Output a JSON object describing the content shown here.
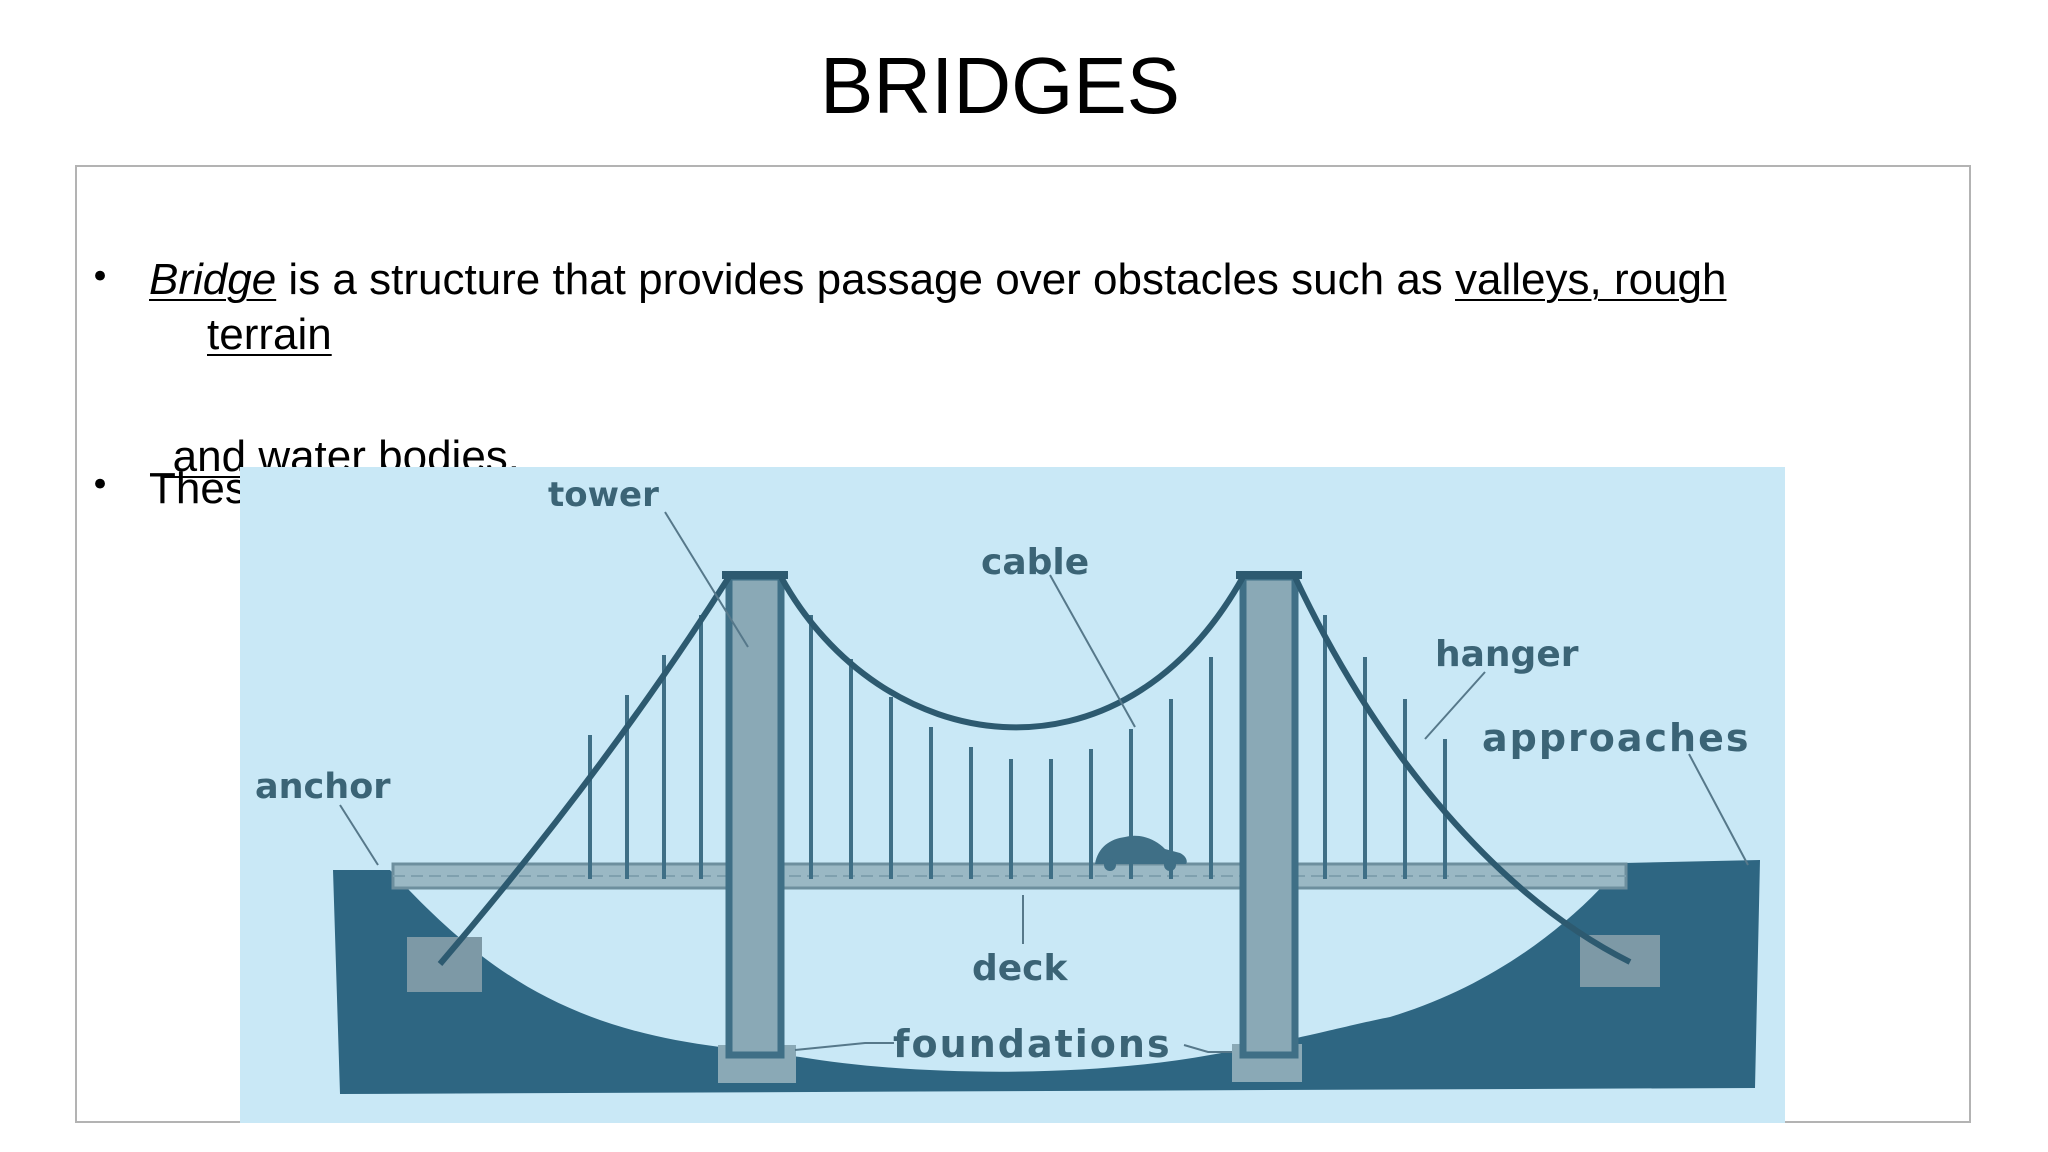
{
  "slide": {
    "title": "BRIDGES"
  },
  "bullets": [
    {
      "lines": [
        {
          "italic_underlined": "Bridge",
          "text": " is a structure that provides passage over obstacles such as ",
          "underlined": "valleys, rough"
        },
        {
          "underlined": "terrain "
        },
        {
          "underlined": " and water bodies."
        }
      ]
    },
    {
      "visible_text": "Thes"
    }
  ],
  "diagram": {
    "labels": {
      "tower": "tower",
      "cable": "cable",
      "hanger": "hanger",
      "approaches": "approaches",
      "anchor": "anchor",
      "deck": "deck",
      "foundations": "foundations"
    },
    "colors": {
      "sky": "#c9e8f6",
      "ground": "#2e6682",
      "structure": "#3f6f86",
      "deck_fill": "#9ab8c4",
      "label": "#3b6476"
    }
  }
}
